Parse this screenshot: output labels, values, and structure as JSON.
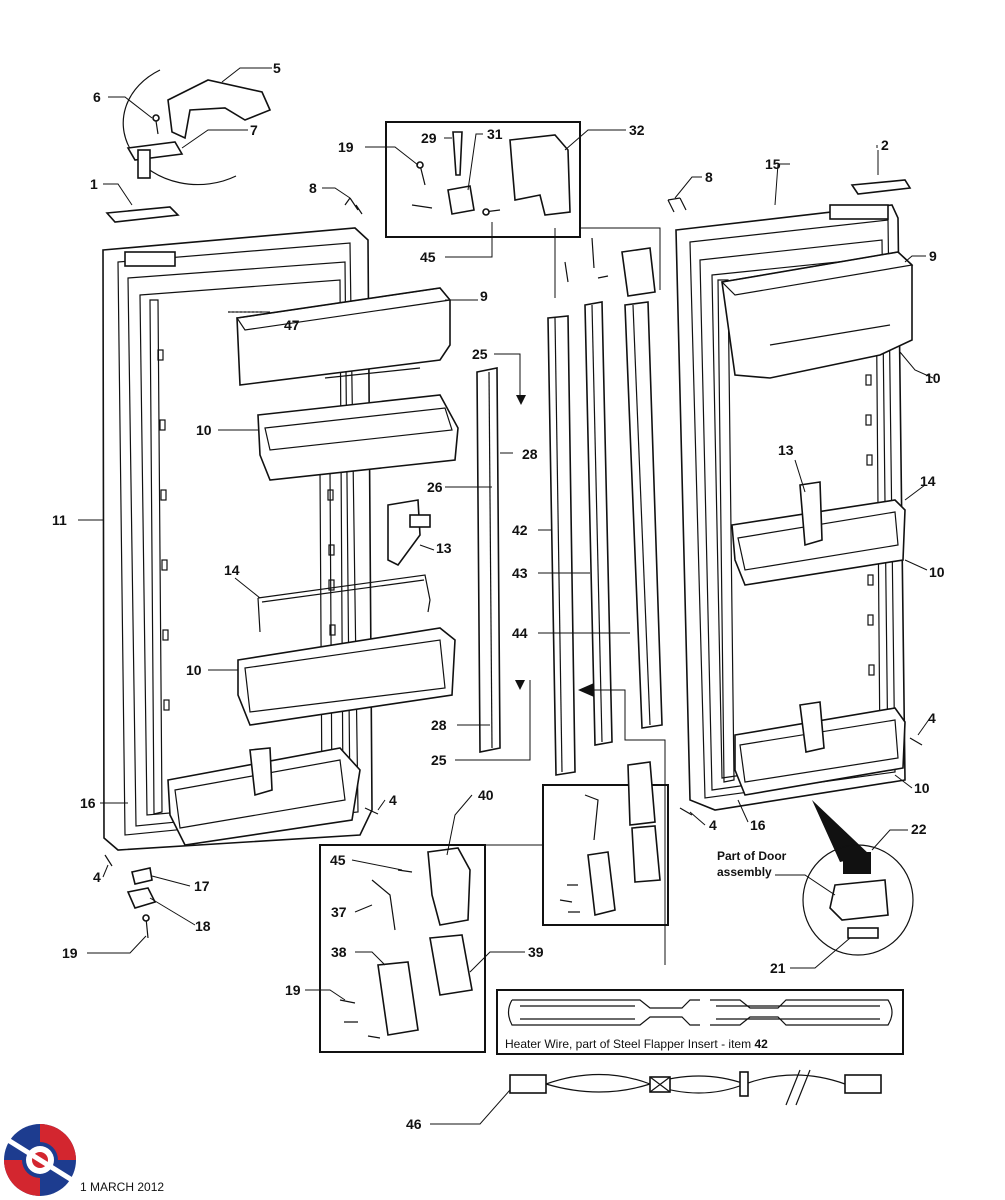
{
  "labels": {
    "n1": "1",
    "n2": "2",
    "n4": "4",
    "n5": "5",
    "n6": "6",
    "n7": "7",
    "n8": "8",
    "n9": "9",
    "n10": "10",
    "n11": "11",
    "n13": "13",
    "n14": "14",
    "n15": "15",
    "n16": "16",
    "n17": "17",
    "n18": "18",
    "n19": "19",
    "n21": "21",
    "n22": "22",
    "n25": "25",
    "n26": "26",
    "n28": "28",
    "n29": "29",
    "n31": "31",
    "n32": "32",
    "n37": "37",
    "n38": "38",
    "n39": "39",
    "n40": "40",
    "n42": "42",
    "n43": "43",
    "n44": "44",
    "n45": "45",
    "n46": "46",
    "n47": "47"
  },
  "notes": {
    "door_assembly_line1": "Part of Door",
    "door_assembly_line2": "assembly",
    "heater_wire_text": "Heater Wire, part of Steel Flapper Insert - item",
    "heater_wire_item": "42"
  },
  "footer": {
    "date": "1  MARCH 2012"
  },
  "colors": {
    "logo_red": "#d3262f",
    "logo_blue": "#1d3c8f",
    "line": "#111111"
  }
}
